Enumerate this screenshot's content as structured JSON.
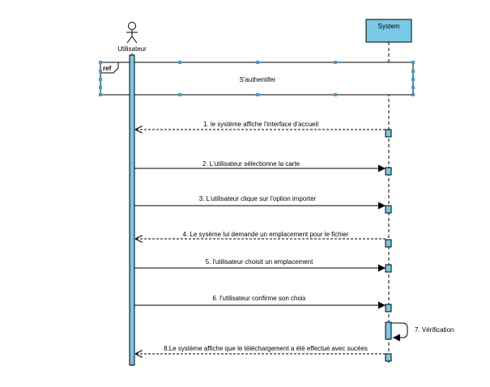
{
  "diagram": {
    "actor": {
      "name": "Utilisateur"
    },
    "system": {
      "name": "System"
    },
    "fragment": {
      "tag": "ref",
      "label": "S'authentifer"
    },
    "messages": [
      {
        "label": "1. le système affiche l'interface d'accueil",
        "direction": "to_actor",
        "style": "dashed"
      },
      {
        "label": "2. L'utilisateur sélectionne la carte",
        "direction": "to_system",
        "style": "solid"
      },
      {
        "label": "3. L'utilisateur clique sur l'option  importer",
        "direction": "to_system",
        "style": "solid"
      },
      {
        "label": "4. Le sysème lui demande  un emplacement  pour le fichier",
        "direction": "to_actor",
        "style": "dashed"
      },
      {
        "label": "5. l'utilisateur choisit un emplacement",
        "direction": "to_system",
        "style": "solid"
      },
      {
        "label": "6. l'utilisateur confirme son choix",
        "direction": "to_system",
        "style": "solid"
      },
      {
        "label": "7. Vérification",
        "direction": "self",
        "style": "solid"
      },
      {
        "label": "8.Le système affiche que le téléchargement a été effectué avec sucées",
        "direction": "to_actor",
        "style": "dashed"
      }
    ],
    "colors": {
      "activation": "#78c8e6",
      "system_box": "#78c8e6",
      "line": "#000000"
    }
  }
}
